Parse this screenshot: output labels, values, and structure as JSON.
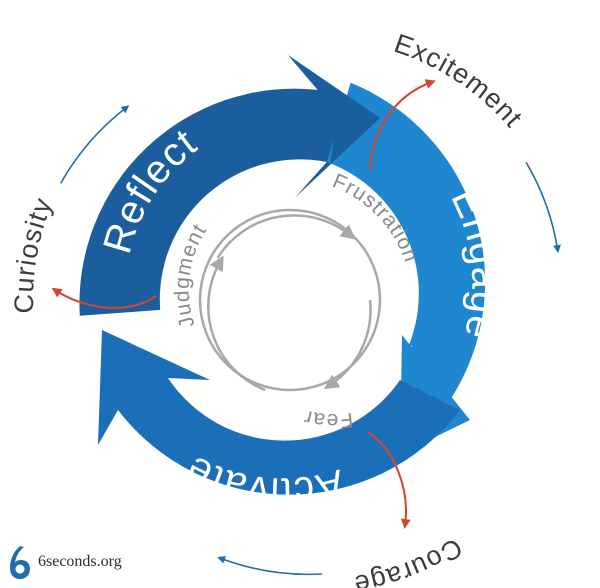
{
  "cycle": {
    "phases": [
      "Reflect",
      "Engage",
      "Activate"
    ],
    "outer_feelings": [
      "Excitement",
      "Courage",
      "Curiosity"
    ],
    "inner_feelings": [
      "Frustration",
      "Fear",
      "Judgment"
    ]
  },
  "colors": {
    "reflect": "#1b5e9e",
    "engage": "#1f87cf",
    "activate": "#1a6fb8",
    "red_arrow": "#d2482f",
    "blue_arrow": "#1f6fb0",
    "inner_circle": "#a8a8a8"
  },
  "brand": {
    "text": "6seconds.org",
    "icon": "6seconds-logo-icon"
  }
}
